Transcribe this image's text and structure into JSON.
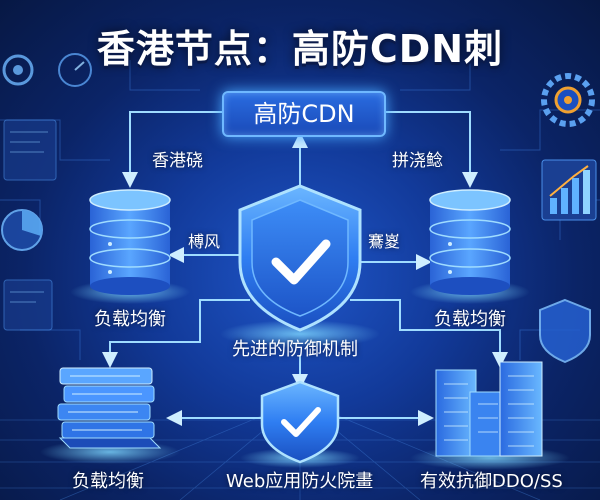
{
  "title": "香港节点：高防CDN刺",
  "cdn_box": "高防CDN",
  "labels": {
    "top_left": "香港硗",
    "top_right": "拼浇鲶",
    "mid_left": "榑风",
    "mid_right": "鶱嵏",
    "server_left": "负载均衡",
    "server_right": "负载均衡",
    "shield_center": "先进的防御机制",
    "books": "负载均衡",
    "waf": "Web应用防火院畫",
    "buildings": "有效抗御DDO/SS"
  },
  "colors": {
    "background": "#123a9a",
    "glow": "#6fd0ff",
    "shield": "#2e7bf0",
    "line": "#8fd4ff"
  }
}
